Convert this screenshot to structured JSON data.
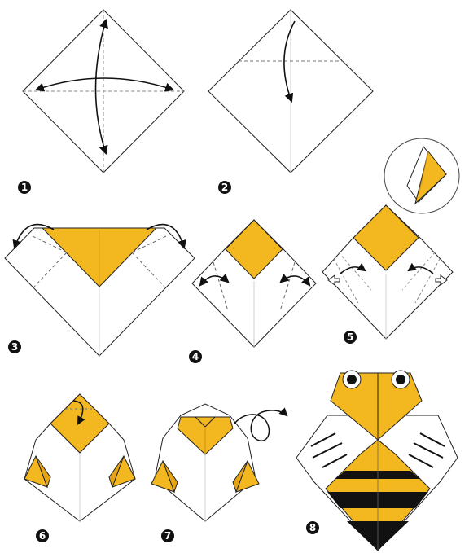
{
  "diagram": {
    "colors": {
      "paper_front": "#ffffff",
      "paper_back": "#f3b820",
      "paper_back_shade": "#e6a412",
      "outline": "#222222",
      "crease": "#9a9a9a",
      "stripe": "#111111",
      "eye": "#111111"
    },
    "steps": [
      {
        "number": "1"
      },
      {
        "number": "2"
      },
      {
        "number": "3"
      },
      {
        "number": "4"
      },
      {
        "number": "5"
      },
      {
        "number": "6"
      },
      {
        "number": "7"
      },
      {
        "number": "8"
      }
    ]
  }
}
